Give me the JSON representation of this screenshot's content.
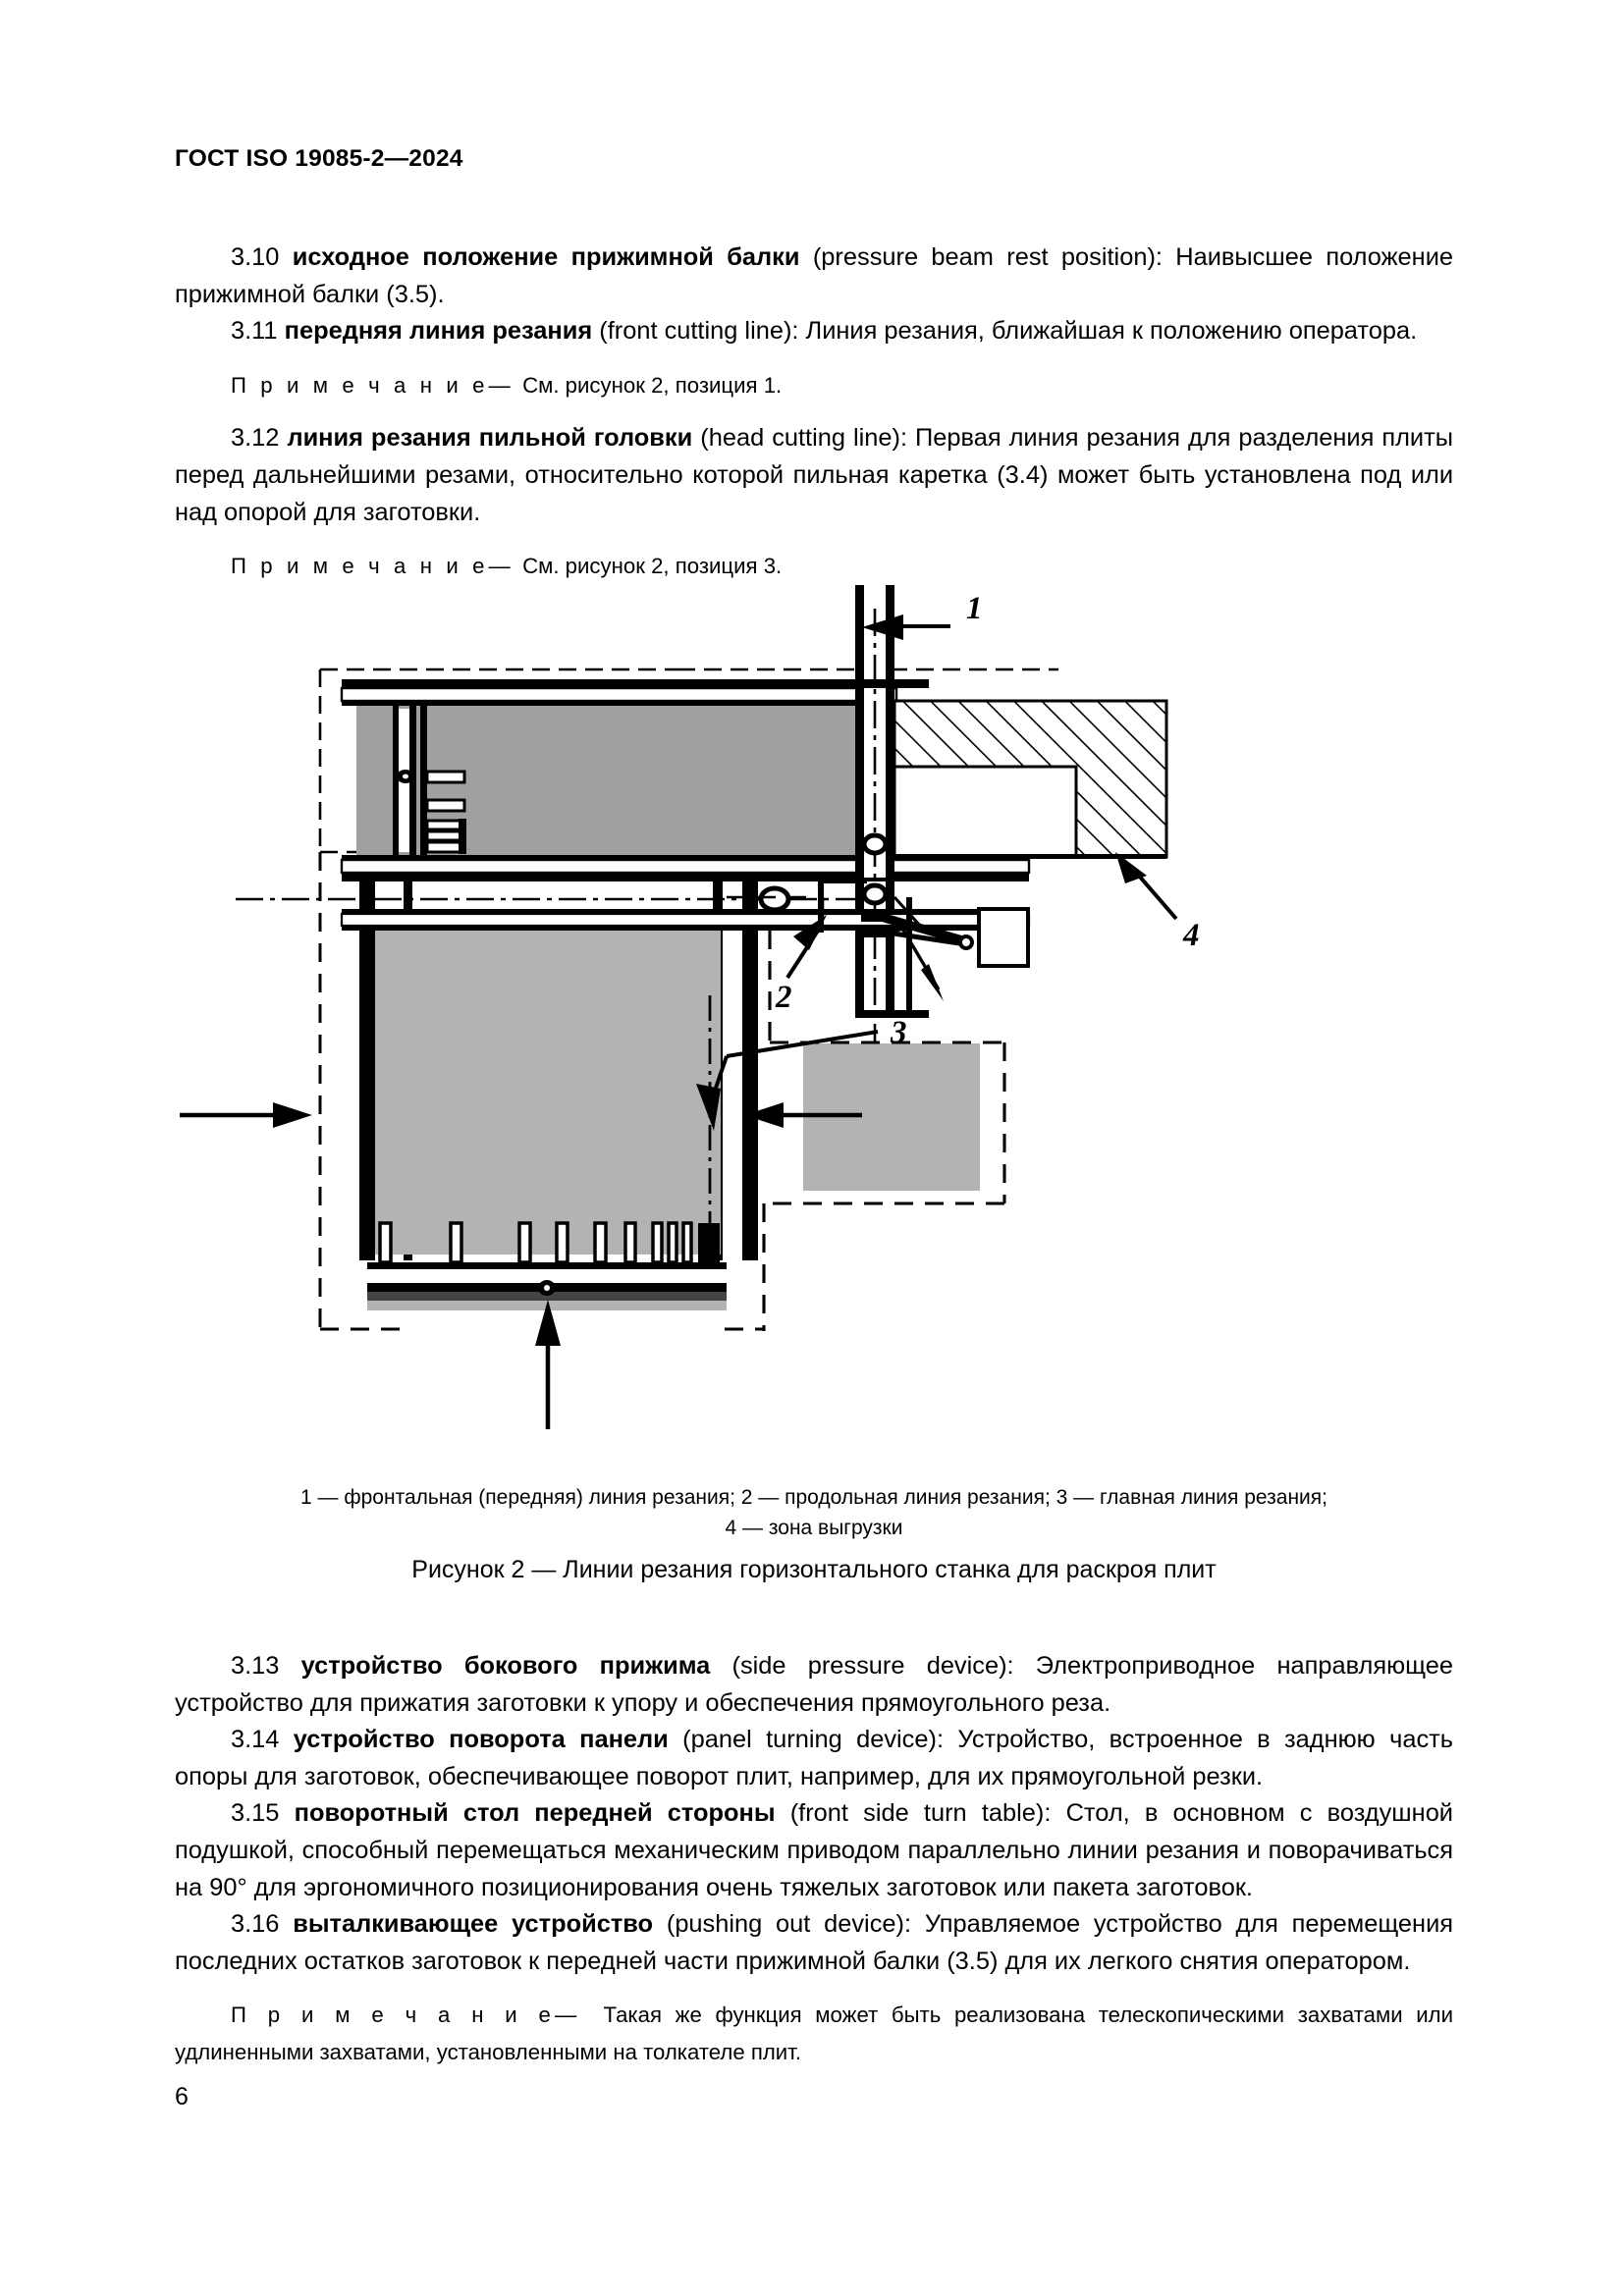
{
  "document": {
    "header": "ГОСТ ISO 19085-2—2024",
    "page_number": "6"
  },
  "clauses": [
    {
      "number": "3.10",
      "term": "исходное положение прижимной балки",
      "english": "(pressure beam rest position)",
      "definition": ": Наивысшее положение прижимной балки (3.5)."
    },
    {
      "number": "3.11",
      "term": "передняя линия резания",
      "english": "(front cutting line)",
      "definition": ": Линия резания, ближайшая к положению оператора."
    }
  ],
  "note_1": {
    "label": "П р и м е ч а н и е",
    "dash": "—",
    "text": "См. рисунок 2, позиция 1."
  },
  "clause_312": {
    "number": "3.12",
    "term": "линия резания пильной головки",
    "english": "(head cutting line)",
    "definition": ": Первая линия резания для разделения плиты перед дальнейшими резами, относительно которой пильная каретка (3.4) может быть установлена под или над опорой для заготовки."
  },
  "note_2": {
    "label": "П р и м е ч а н и е",
    "dash": "—",
    "text": "См. рисунок 2, позиция 3."
  },
  "figure": {
    "callouts": {
      "one": "1",
      "two": "2",
      "three": "3",
      "four": "4"
    },
    "legend_line_1": "1 — фронтальная (передняя) линия резания; 2 — продольная линия резания; 3 — главная линия резания;",
    "legend_line_2": "4 — зона выгрузки",
    "caption": "Рисунок 2 — Линии резания горизонтального станка для раскроя плит",
    "colors": {
      "fill_gray": "#a0a0a0",
      "fill_gray_light": "#b3b3b3",
      "line": "#000000"
    }
  },
  "clauses_after": [
    {
      "number": "3.13",
      "term": "устройство бокового прижима",
      "english": "(side pressure device)",
      "definition": ": Электроприводное направляющее устройство для прижатия заготовки к упору и обеспечения прямоугольного реза."
    },
    {
      "number": "3.14",
      "term": "устройство поворота панели",
      "english": "(panel turning device)",
      "definition": ": Устройство, встроенное в заднюю часть опоры для заготовок, обеспечивающее поворот плит, например, для их прямоугольной резки."
    },
    {
      "number": "3.15",
      "term": "поворотный стол передней стороны",
      "english": "(front side turn table)",
      "definition": ": Стол, в основном с воздушной подушкой, способный перемещаться механическим приводом параллельно линии резания и поворачиваться на 90° для эргономичного позиционирования очень тяжелых заготовок или пакета заготовок."
    },
    {
      "number": "3.16",
      "term": "выталкивающее устройство",
      "english": "(pushing out device)",
      "definition": ": Управляемое устройство для перемещения последних остатков заготовок к передней части прижимной балки (3.5) для их легкого снятия оператором."
    }
  ],
  "note_3": {
    "label": "П р и м е ч а н и е",
    "dash": "—",
    "text": "Такая же функция может быть реализована телескопическими захватами или удлиненными захватами, установленными на толкателе плит."
  }
}
